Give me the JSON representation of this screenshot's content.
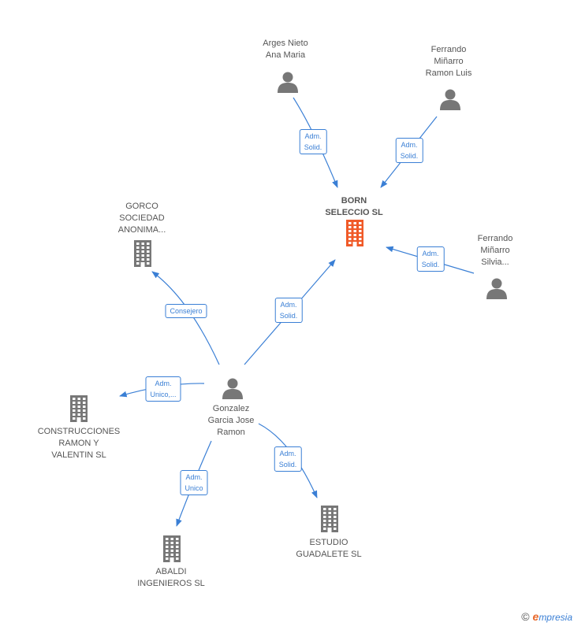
{
  "colors": {
    "edge": "#3a7fd5",
    "person": "#777777",
    "company": "#777777",
    "company_main": "#f05a28",
    "text": "#555555"
  },
  "nodes": [
    {
      "id": "born",
      "type": "company",
      "main": true,
      "label": "BORN\nSELECCIO SL",
      "icon": "building-icon"
    },
    {
      "id": "arges",
      "type": "person",
      "label": "Arges Nieto\nAna Maria",
      "icon": "person-icon"
    },
    {
      "id": "ferrando_luis",
      "type": "person",
      "label": "Ferrando\nMiñarro\nRamon Luis",
      "icon": "person-icon"
    },
    {
      "id": "ferrando_silvia",
      "type": "person",
      "label": "Ferrando\nMiñarro\nSilvia...",
      "icon": "person-icon"
    },
    {
      "id": "gorco",
      "type": "company",
      "label": "GORCO\nSOCIEDAD\nANONIMA...",
      "icon": "building-icon"
    },
    {
      "id": "gonzalez",
      "type": "person",
      "label": "Gonzalez\nGarcia Jose\nRamon",
      "icon": "person-icon"
    },
    {
      "id": "construcciones",
      "type": "company",
      "label": "CONSTRUCCIONES\nRAMON Y\nVALENTIN SL",
      "icon": "building-icon"
    },
    {
      "id": "abaldi",
      "type": "company",
      "label": "ABALDI\nINGENIEROS SL",
      "icon": "building-icon"
    },
    {
      "id": "estudio",
      "type": "company",
      "label": "ESTUDIO\nGUADALETE SL",
      "icon": "building-icon"
    }
  ],
  "edges": [
    {
      "from": "arges",
      "to": "born",
      "label": "Adm.\nSolid."
    },
    {
      "from": "ferrando_luis",
      "to": "born",
      "label": "Adm.\nSolid."
    },
    {
      "from": "ferrando_silvia",
      "to": "born",
      "label": "Adm.\nSolid."
    },
    {
      "from": "gonzalez",
      "to": "born",
      "label": "Adm.\nSolid."
    },
    {
      "from": "gonzalez",
      "to": "gorco",
      "label": "Consejero"
    },
    {
      "from": "gonzalez",
      "to": "construcciones",
      "label": "Adm.\nUnico,..."
    },
    {
      "from": "gonzalez",
      "to": "abaldi",
      "label": "Adm.\nUnico"
    },
    {
      "from": "gonzalez",
      "to": "estudio",
      "label": "Adm.\nSolid."
    }
  ],
  "footer": {
    "copyright": "©",
    "brand_initial": "e",
    "brand_rest": "mpresia"
  }
}
